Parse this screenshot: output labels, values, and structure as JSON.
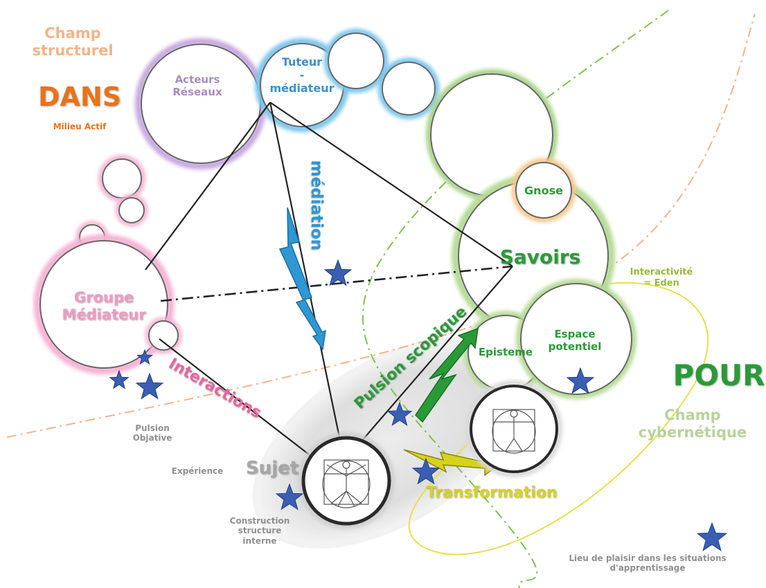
{
  "colors": {
    "structural": "#f2b48a",
    "dans": "#e8731c",
    "milieu": "#e8731c",
    "acteurs": "#a98bc5",
    "tuteur": "#3e8fcb",
    "groupe": "#f09ac4",
    "savoirs": "#2a9a38",
    "pour": "#2a9a38",
    "cybernetique": "#b7d39a",
    "interactions": "#e8659e",
    "mediation": "#2f97d3",
    "pulsion_scopique": "#2a9a38",
    "transformation": "#d7d21c",
    "grey_text": "#8f8f8f",
    "star": "#3a5fb2"
  },
  "labels": {
    "champ_structurel": [
      "Champ",
      "structurel"
    ],
    "dans": "DANS",
    "milieu_actif": "Milieu Actif",
    "acteurs_reseaux": [
      "Acteurs",
      "Réseaux"
    ],
    "tuteur_mediateur": [
      "Tuteur",
      "-",
      "médiateur"
    ],
    "groupe_mediateur": [
      "Groupe",
      "Médiateur"
    ],
    "mediation": "médiation",
    "gnose": "Gnose",
    "savoirs": "Savoirs",
    "interactivite": [
      "Interactivité",
      "= Eden"
    ],
    "episteme": "Episteme",
    "espace_potentiel": [
      "Espace",
      "potentiel"
    ],
    "pour": "POUR",
    "champ_cybernetique": [
      "Champ",
      "cybernétique"
    ],
    "interactions": "Interactions",
    "pulsion_scopique": "Pulsion scopique",
    "pulsion_objative": [
      "Pulsion",
      "Objative"
    ],
    "experience": "Expérience",
    "sujet": "Sujet",
    "construction": [
      "Construction",
      "structure",
      "interne"
    ],
    "transformation": "Transformation",
    "legend": [
      "Lieu de plaisir dans les situations",
      "d'apprentissage"
    ]
  },
  "icons": {
    "star": "star-icon",
    "figure": "vitruvian-man-icon"
  }
}
